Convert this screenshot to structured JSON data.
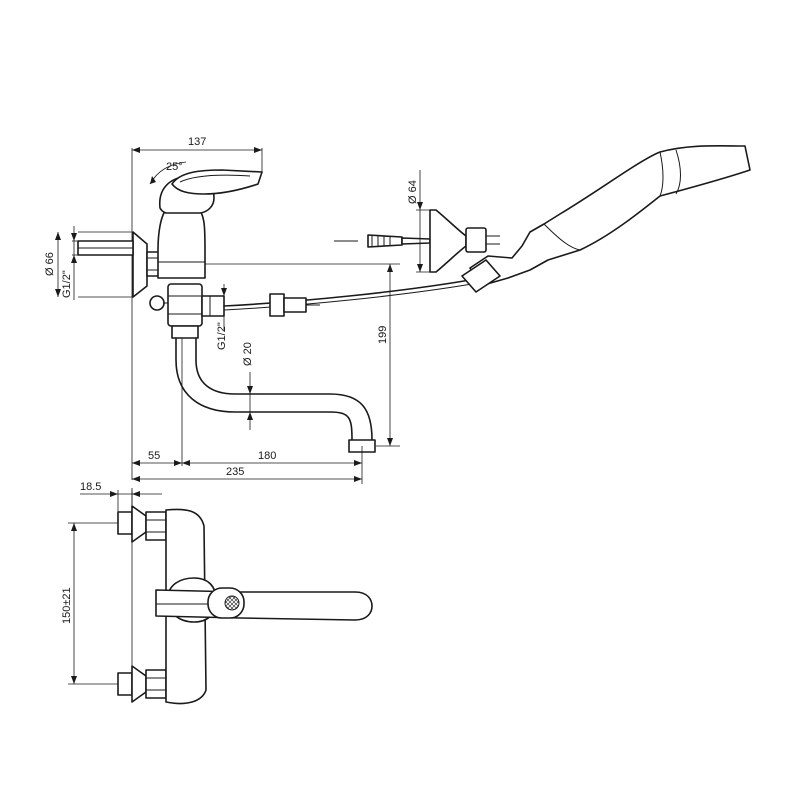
{
  "labels": {
    "width_top": "137",
    "lever_angle": "25°",
    "escutcheon_dia": "Ø 66",
    "inlet_thread": "G1/2\"",
    "outlet_thread": "G1/2\"",
    "spout_dia": "Ø 20",
    "spout_height": "199",
    "offset_55": "55",
    "reach_180": "180",
    "total_235": "235",
    "holder_dia": "Ø 64",
    "depth_18_5": "18.5",
    "centers": "150±21"
  }
}
